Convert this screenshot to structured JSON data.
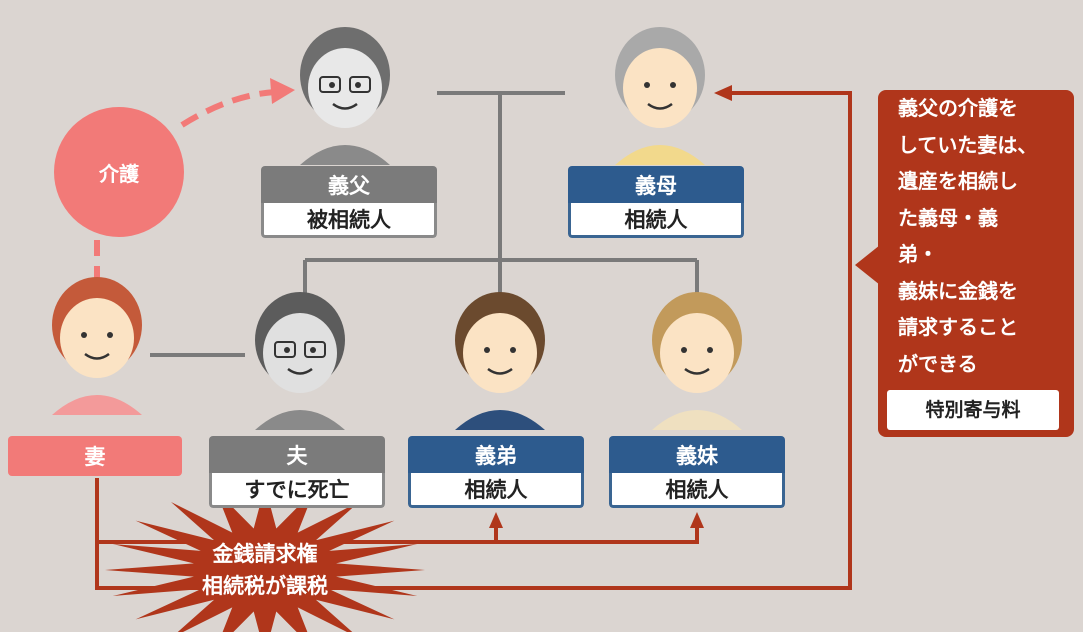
{
  "care_label": "介護",
  "persons": {
    "father_in_law": {
      "name": "義父",
      "role": "被相続人"
    },
    "mother_in_law": {
      "name": "義母",
      "role": "相続人"
    },
    "wife": {
      "name": "妻"
    },
    "husband": {
      "name": "夫",
      "role": "すでに死亡"
    },
    "brother_in_law": {
      "name": "義弟",
      "role": "相続人"
    },
    "sister_in_law": {
      "name": "義妹",
      "role": "相続人"
    }
  },
  "callout": {
    "lines": [
      "義父の介護を",
      "していた妻は、",
      "遺産を相続し",
      "た義母・義",
      "弟・",
      "義妹に金銭を",
      "請求すること",
      "ができる"
    ],
    "tag": "特別寄与料"
  },
  "burst": {
    "line1": "金銭請求権",
    "line2": "相続税が課税"
  },
  "colors": {
    "red": "#b0361b",
    "blue": "#2d5b8e",
    "gray": "#7b7b7b",
    "pink": "#f27a78",
    "background": "#dbd5d1"
  }
}
